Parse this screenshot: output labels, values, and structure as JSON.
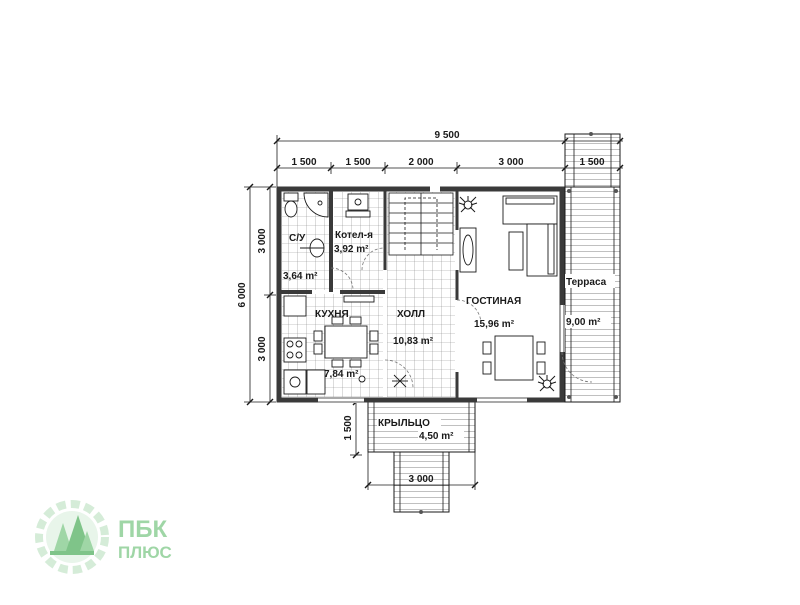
{
  "colors": {
    "line": "#1a1a1a",
    "wall": "#3a3a3a",
    "grid": "#8a8a8a",
    "logo": "#9fd6a6",
    "logo_dark": "#7fc489"
  },
  "dimensions": {
    "total_width": "9 500",
    "segments_top": [
      "1 500",
      "1 500",
      "2 000",
      "3 000",
      "1 500"
    ],
    "total_height": "6 000",
    "segments_left": [
      "3 000",
      "3 000"
    ],
    "porch_depth": "1 500",
    "porch_width": "3 000"
  },
  "rooms": {
    "bathroom": {
      "label": "С/У",
      "area": "3,64 m²"
    },
    "boiler": {
      "label": "Котел-я",
      "area": "3,92 m²"
    },
    "kitchen": {
      "label": "КУХНЯ",
      "area": "7,84 m²"
    },
    "hall": {
      "label": "ХОЛЛ",
      "area": "10,83 m²"
    },
    "living": {
      "label": "ГОСТИНАЯ",
      "area": "15,96 m²"
    },
    "terrace": {
      "label": "Терраса",
      "area": "9,00 m²"
    },
    "porch": {
      "label": "КРЫЛЬЦО",
      "area": "4,50 m²"
    }
  },
  "logo": {
    "line1": "ПБК",
    "line2": "ПЛЮС",
    "icon": "tree-gear-icon"
  }
}
